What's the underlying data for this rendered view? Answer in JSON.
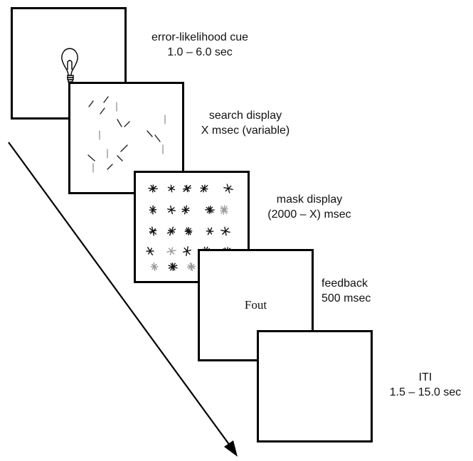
{
  "steps": [
    {
      "title": "error-likelihood cue",
      "duration": "1.0 – 6.0 sec"
    },
    {
      "title": "search display",
      "duration": "X msec (variable)"
    },
    {
      "title": "mask display",
      "duration": "(2000 – X) msec"
    },
    {
      "title": "feedback",
      "duration": "500 msec"
    },
    {
      "title": "ITI",
      "duration": "1.5 – 15.0 sec"
    }
  ],
  "feedback_word": "Fout",
  "icons": {
    "cue": "lightbulb-icon",
    "time": "time-arrow-icon"
  },
  "colors": {
    "ink": "#000000",
    "gray": "#888888",
    "light_gray": "#aaaaaa"
  }
}
